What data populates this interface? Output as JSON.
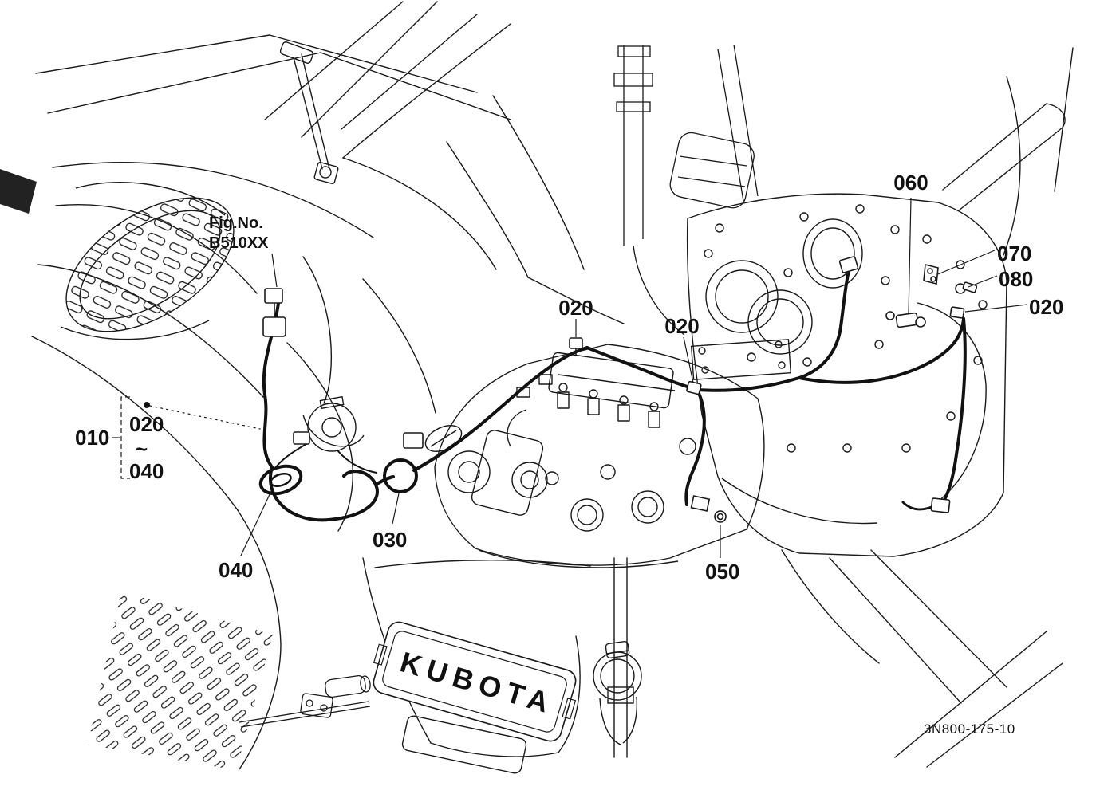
{
  "figure": {
    "fig_reference": {
      "line1": "Fig.No.",
      "line2": "B510XX"
    },
    "drawing_number": "3N800-175-10",
    "brand_badge": "KUBOTA"
  },
  "callouts": {
    "item_010": "010",
    "item_020": "020",
    "item_030": "030",
    "item_040": "040",
    "item_050": "050",
    "item_060": "060",
    "item_070": "070",
    "item_080": "080",
    "range_separator": "~"
  },
  "colors": {
    "line": "#1a1a1a",
    "background": "#ffffff"
  }
}
